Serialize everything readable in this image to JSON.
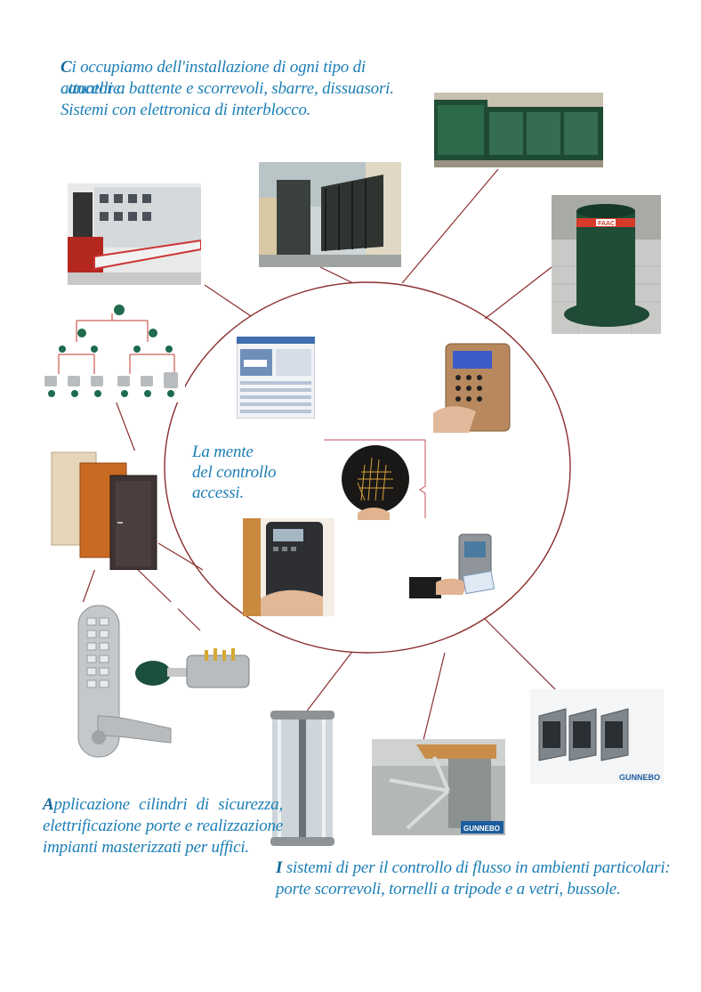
{
  "intro": {
    "line1_cap": "C",
    "line1": "i occupiamo dell'installazione di  ogni tipo di attuatore:",
    "line2": "cancelli a battente e scorrevoli, sbarre, dissuasori.",
    "line3": "Sistemi con elettronica di interblocco."
  },
  "center": {
    "line1": "La mente",
    "line2": "del controllo",
    "line3": "accessi."
  },
  "cylinders": {
    "cap": "A",
    "text": "pplicazione cilindri di sicurezza, elettrificazione porte e realizzazione impianti masterizzati per uffici."
  },
  "flow": {
    "cap": "I",
    "line1": " sistemi di per il controllo di flusso in ambienti particolari:",
    "line2": "porte scorrevoli, tornelli a tripode e a vetri, bussole."
  },
  "brands": {
    "gunnebo1": "GUNNEBO",
    "gunnebo2": "GUNNEBO",
    "bollard": "FAAC"
  },
  "colors": {
    "text": "#1c7fb6",
    "circle": "#8b2e2e",
    "gate_green": "#1f4d36"
  }
}
